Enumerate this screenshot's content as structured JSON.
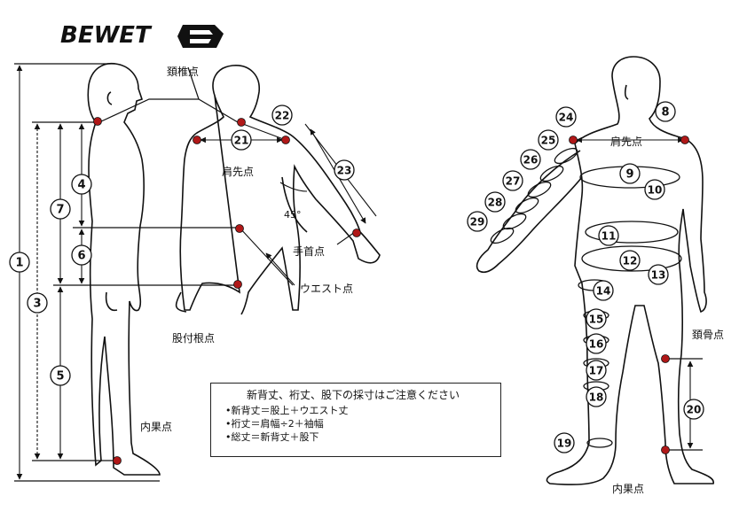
{
  "brand": {
    "name": "BEWET",
    "logo_mark": "B-hex-logo-icon"
  },
  "labels": {
    "neck_point": "頚椎点",
    "shoulder_point_back": "肩先点",
    "shoulder_point_front": "肩先点",
    "wrist_point": "手首点",
    "waist_point": "ウエスト点",
    "crotch_point": "股付根点",
    "inner_ankle_left": "内果点",
    "inner_ankle_right": "内果点",
    "tibia_point": "頚骨点",
    "angle": "45°"
  },
  "measurements": [
    "1",
    "3",
    "4",
    "5",
    "6",
    "7",
    "8",
    "9",
    "10",
    "11",
    "12",
    "13",
    "14",
    "15",
    "16",
    "17",
    "18",
    "19",
    "20",
    "21",
    "22",
    "23",
    "24",
    "25",
    "26",
    "27",
    "28",
    "29"
  ],
  "note": {
    "title": "新背丈、裄丈、股下の採寸はご注意ください",
    "lines": [
      "•新背丈＝股上＋ウエスト丈",
      "•裄丈＝肩幅÷2＋袖幅",
      "•総丈＝新背丈＋股下"
    ]
  },
  "colors": {
    "line": "#111111",
    "point": "#b01818",
    "background": "#ffffff"
  }
}
